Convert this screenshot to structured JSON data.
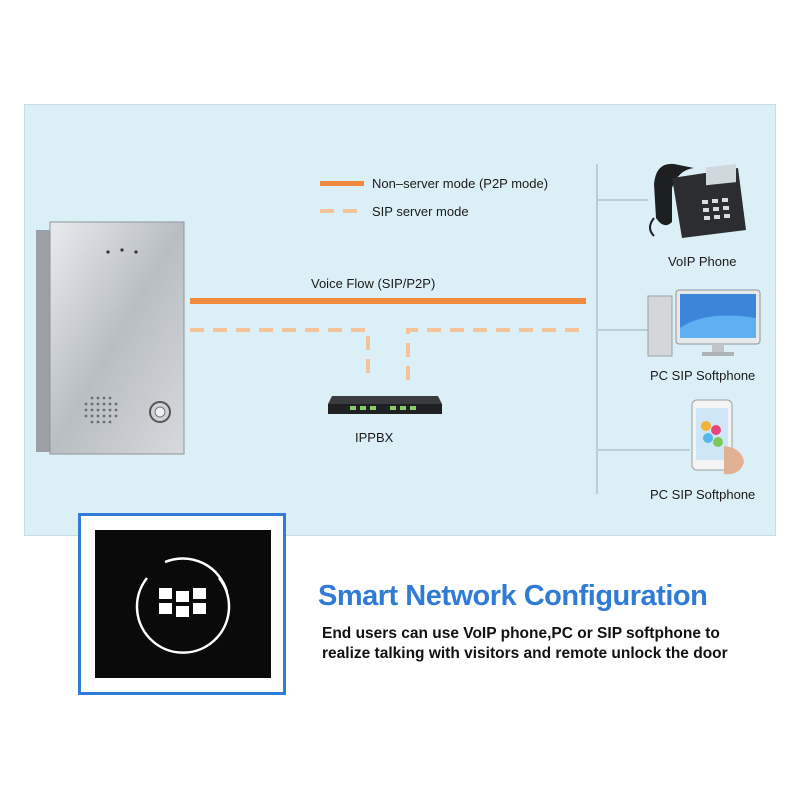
{
  "legend": {
    "solid_label": "Non–server mode (P2P mode)",
    "dashed_label": "SIP server mode"
  },
  "flow_label": "Voice Flow (SIP/P2P)",
  "nodes": {
    "ippbx": "IPPBX",
    "voip_phone": "VoIP Phone",
    "pc_softphone": "PC SIP Softphone",
    "mobile_softphone": "PC SIP Softphone"
  },
  "feature": {
    "title": "Smart Network Configuration",
    "line1": "End users can use VoIP phone,PC or SIP softphone to",
    "line2": "realize talking with visitors and  remote unlock the door"
  },
  "colors": {
    "accent": "#2f7bd6",
    "solid_line": "#f08a3c",
    "dashed_line": "#f5c39a",
    "panel_bg": "#daf0f6"
  }
}
